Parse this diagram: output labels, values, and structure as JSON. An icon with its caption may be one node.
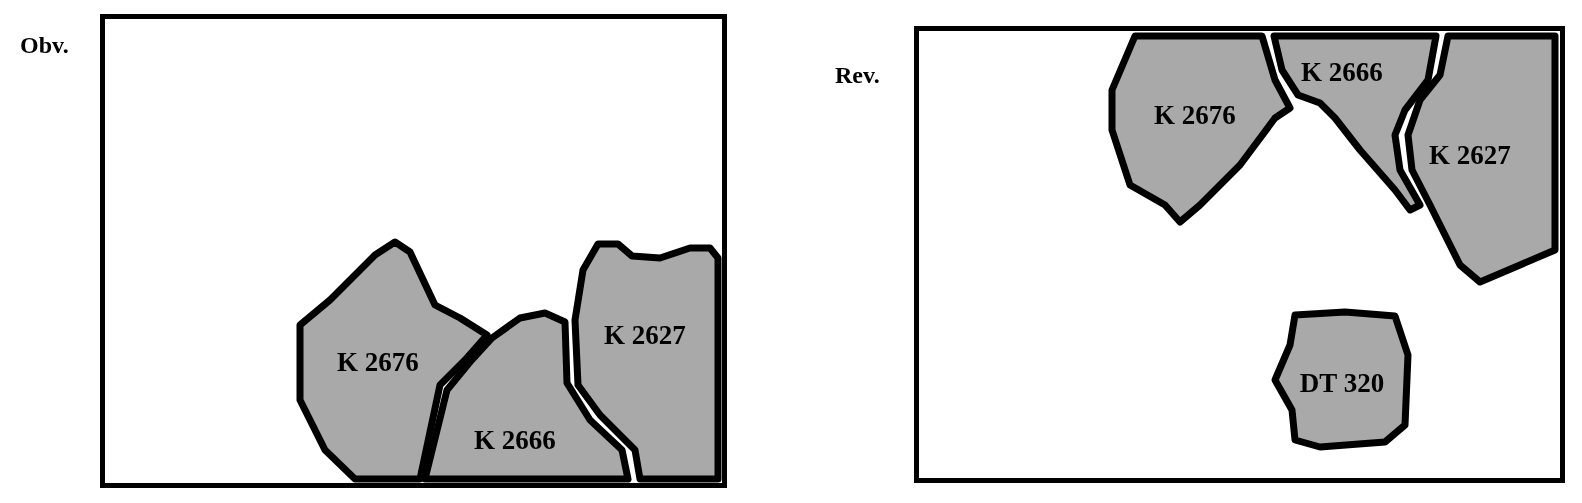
{
  "diagram": {
    "nodes": [
      {
        "text": [
          "Obv."
        ]
      },
      {
        "text": [
          "K 2676"
        ],
        "in": 0
      },
      {
        "text": [
          "K 2666"
        ],
        "in": 0
      },
      {
        "text": [
          "K 2627"
        ],
        "in": 0
      },
      {
        "text": [
          "Rev."
        ]
      },
      {
        "text": [
          "K 2676"
        ],
        "in": 4
      },
      {
        "text": [
          "K 2666"
        ],
        "in": 4
      },
      {
        "text": [
          "K 2627"
        ],
        "in": 4
      },
      {
        "text": [
          "DT 320"
        ],
        "in": 4
      }
    ]
  }
}
